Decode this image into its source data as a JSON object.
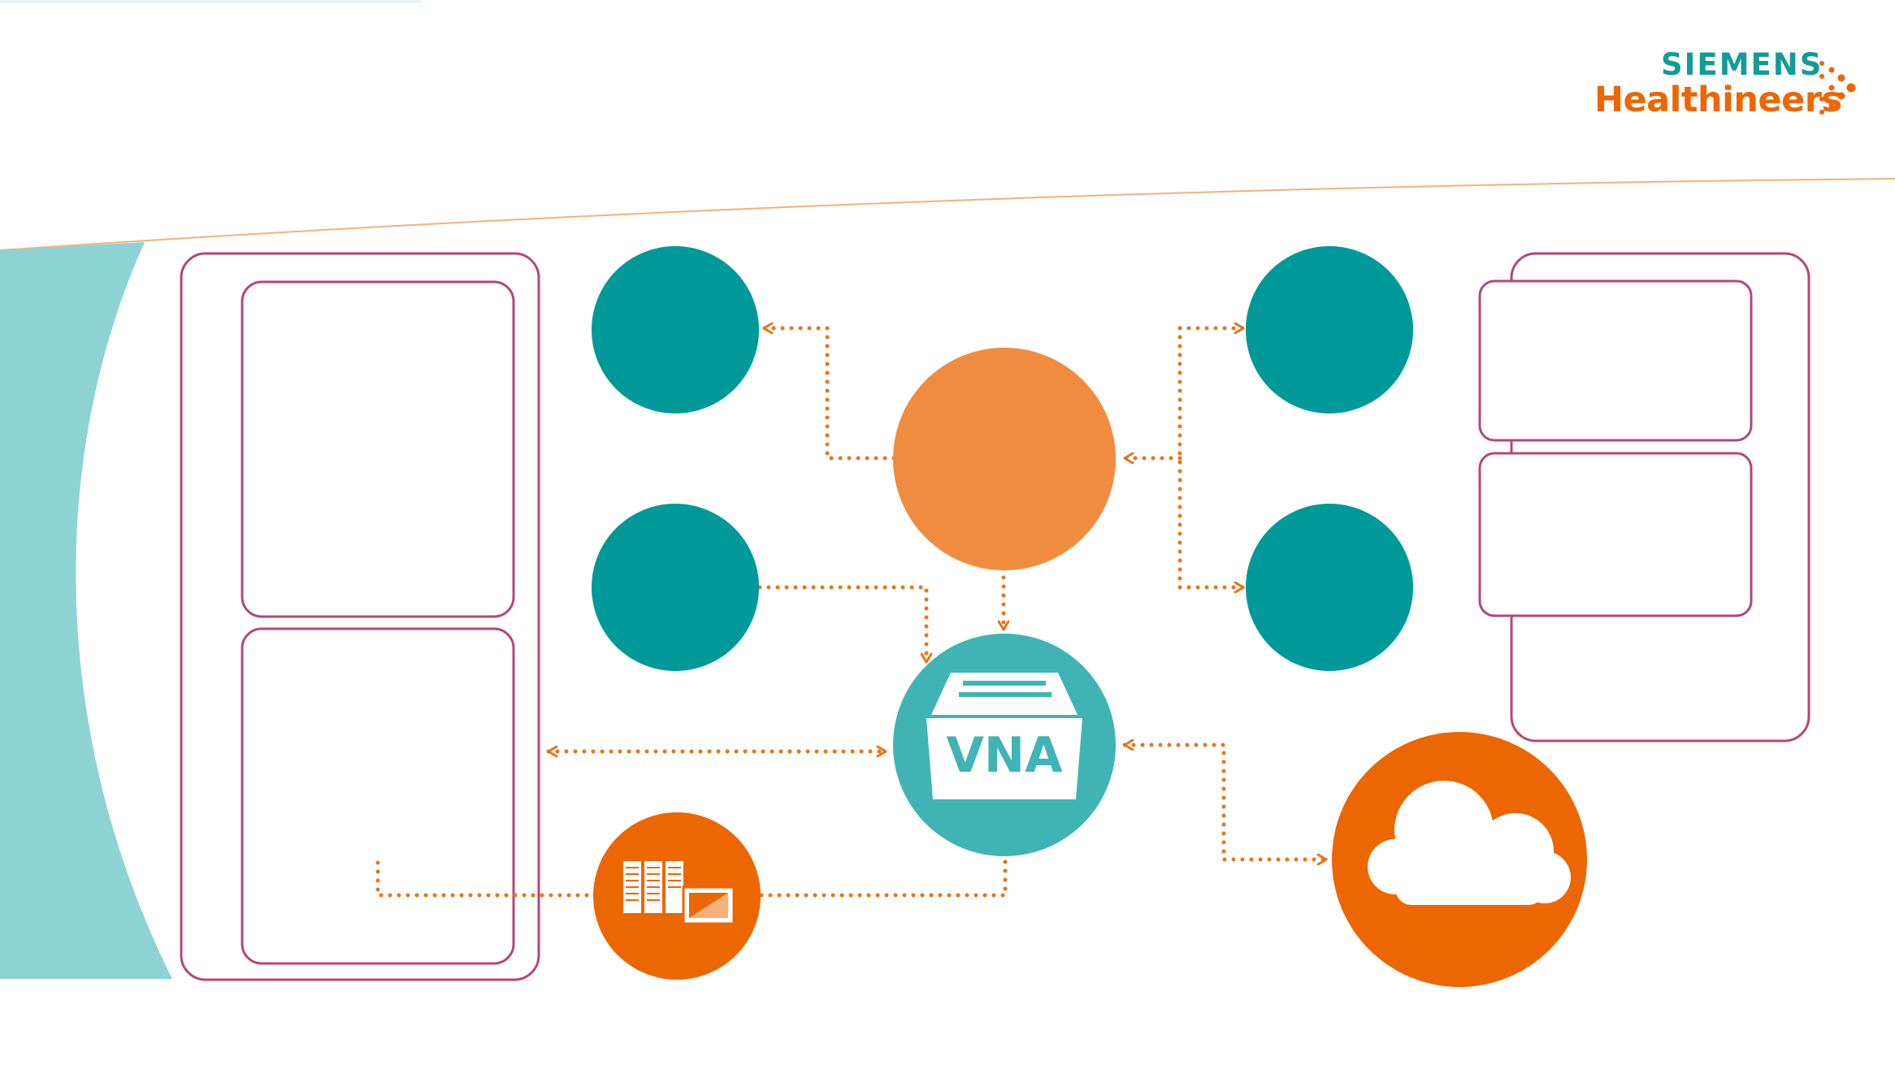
{
  "brand": {
    "line1": "SIEMENS",
    "line2": "Healthineers"
  },
  "nodes": {
    "vna_label": "VNA"
  },
  "colors": {
    "teal_dark": "#009999",
    "teal_light": "#40b4b4",
    "teal_swoosh": "#8dd3d4",
    "orange_light": "#f08c40",
    "orange_dark": "#ec6602",
    "orange_connector": "#e8741a",
    "container_border": "#b4477a",
    "header_line": "#f3b27a"
  },
  "icons": {
    "archive": "archive-folder-icon",
    "cloud": "cloud-icon",
    "server": "server-rack-icon"
  }
}
